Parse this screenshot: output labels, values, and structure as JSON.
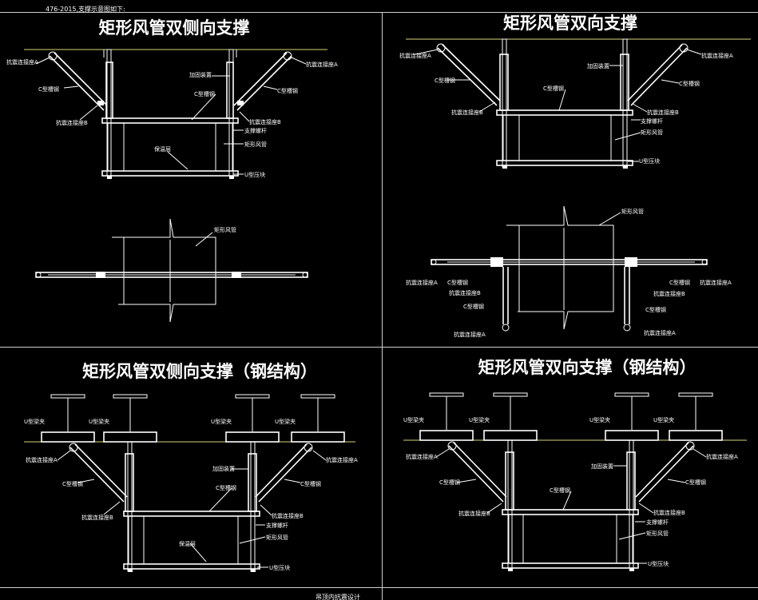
{
  "header_note": {
    "line2": "476-2015,支撑示意图如下:"
  },
  "bottom_caption": "吊顶内抗震设计",
  "panels": [
    {
      "title": "矩形风管双侧向支撑",
      "labels": {
        "seismic_a_left": "抗震连接座A",
        "seismic_a_right": "抗震连接座A",
        "c_steel_left": "C型槽钢",
        "c_steel_right": "C型槽钢",
        "c_steel_mid": "C型槽钢",
        "reinforce": "加固装置",
        "seismic_b_left": "抗震连接座B",
        "seismic_b_right": "抗震连接座B",
        "hanger": "支撑螺杆",
        "duct": "矩形风管",
        "insulation": "保温层",
        "clamp": "U型压块",
        "plan_duct": "矩形风管"
      }
    },
    {
      "title": "矩形风管双向支撑",
      "labels": {
        "seismic_a_left": "抗震连接座A",
        "seismic_a_right": "抗震连接座A",
        "c_steel_left": "C型槽钢",
        "reinforce": "加固装置",
        "c_steel_right": "C型槽钢",
        "c_steel_mid": "C型槽钢",
        "seismic_b_left": "抗震连接座B",
        "seismic_b_right": "抗震连接座B",
        "hanger": "支撑螺杆",
        "duct": "矩形风管",
        "clamp": "U型压块",
        "plan_duct": "矩形风管",
        "plan_seismic_a_left": "抗震连接座A",
        "plan_c_steel_a": "C型槽钢",
        "plan_seismic_b": "抗震连接座B",
        "plan_c_steel_b": "C型槽钢",
        "plan_c_steel_c": "C型槽钢",
        "plan_seismic_a_right": "抗震连接座A",
        "plan_seismic_b_right": "抗震连接座B",
        "plan_c_steel_d": "C型槽钢",
        "plan_seismic_a_bottom_left": "抗震连接座A",
        "plan_seismic_a_bottom_right": "抗震连接座A"
      }
    },
    {
      "title": "矩形风管双侧向支撑（钢结构）",
      "labels": {
        "beam_clamp_1": "U型梁夹",
        "beam_clamp_2": "U型梁夹",
        "beam_clamp_3": "U型梁夹",
        "beam_clamp_4": "U型梁夹",
        "seismic_a_left": "抗震连接座A",
        "seismic_a_right": "抗震连接座A",
        "c_steel_left": "C型槽钢",
        "c_steel_right": "C型槽钢",
        "c_steel_mid": "C型槽钢",
        "reinforce": "加固装置",
        "seismic_b_left": "抗震连接座B",
        "seismic_b_right": "抗震连接座B",
        "hanger": "支撑螺杆",
        "duct": "矩形风管",
        "insulation": "保温层",
        "clamp": "U型压块"
      }
    },
    {
      "title": "矩形风管双向支撑（钢结构）",
      "labels": {
        "beam_clamp_1": "U型梁夹",
        "beam_clamp_2": "U型梁夹",
        "beam_clamp_3": "U型梁夹",
        "beam_clamp_4": "U型梁夹",
        "seismic_a_left": "抗震连接座A",
        "seismic_a_right": "抗震连接座A",
        "c_steel_left": "C型槽钢",
        "reinforce": "加固装置",
        "c_steel_right": "C型槽钢",
        "c_steel_mid": "C型槽钢",
        "seismic_b_left": "抗震连接座B",
        "seismic_b_right": "抗震连接座B",
        "hanger": "支撑螺杆",
        "duct": "矩形风管",
        "clamp": "U型压块"
      }
    }
  ]
}
